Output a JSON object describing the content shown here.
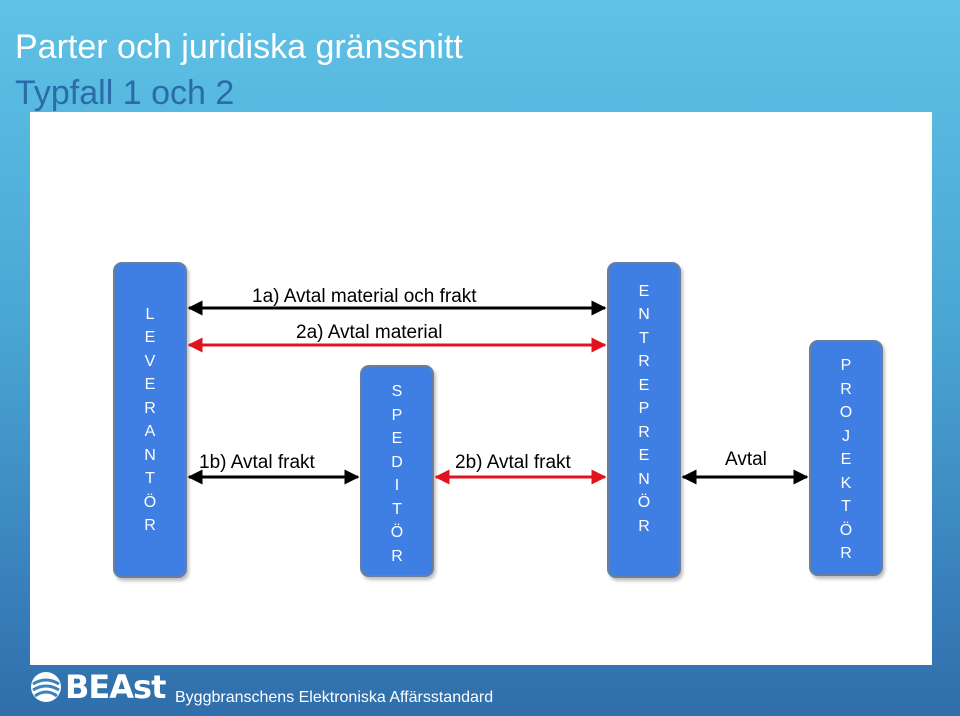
{
  "title": {
    "line1": "Parter och juridiska gränssnitt",
    "line2": "Typfall 1 och 2"
  },
  "boxes": {
    "leverantor": [
      "L",
      "E",
      "V",
      "E",
      "R",
      "A",
      "N",
      "T",
      "Ö",
      "R"
    ],
    "speditor": [
      "S",
      "P",
      "E",
      "D",
      "I",
      "T",
      "Ö",
      "R"
    ],
    "entreprenor": [
      "E",
      "N",
      "T",
      "R",
      "E",
      "P",
      "R",
      "E",
      "N",
      "Ö",
      "R"
    ],
    "projektor": [
      "P",
      "R",
      "O",
      "J",
      "E",
      "K",
      "T",
      "Ö",
      "R"
    ]
  },
  "arrows": {
    "a1": "1a) Avtal material och frakt",
    "a2": "2a) Avtal material",
    "b1": "1b) Avtal frakt",
    "b2": "2b) Avtal frakt",
    "avtal": "Avtal"
  },
  "colors": {
    "box": "#3f7fe4",
    "arrow_black": "#000000",
    "arrow_red": "#e0141e"
  },
  "footer": {
    "logo": "BEAst",
    "text": "Byggbranschens Elektroniska Affärsstandard"
  }
}
